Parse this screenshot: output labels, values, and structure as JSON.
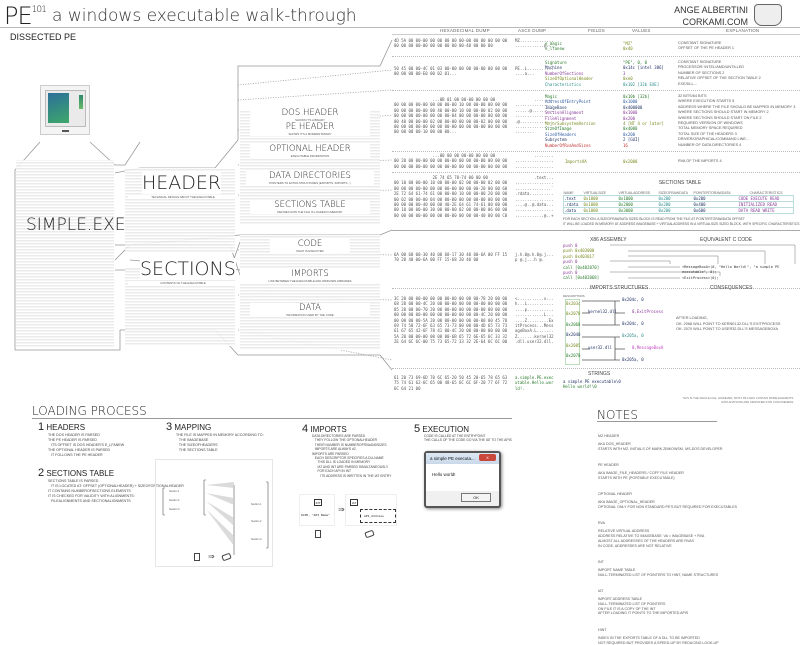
{
  "header": {
    "title": "PE",
    "title_sup": "101",
    "subtitle": "a windows executable walk-through",
    "section_label": "DISSECTED PE",
    "author_name": "ANGE ALBERTINI",
    "author_site": "CORKAMI.COM"
  },
  "columns": {
    "hex": "HEXADECIMAL DUMP",
    "ascii": "ASCII DUMP",
    "fields": "FIELDS",
    "values": "VALUES",
    "explanation": "EXPLANATION"
  },
  "tree": {
    "root": "SIMPLE.EXE",
    "header": "HEADER",
    "header_caption": "TECHNICAL DETAILS ABOUT THE EXECUTABLE",
    "sections": "SECTIONS",
    "sections_caption": "CONTENTS OF THE EXECUTABLE",
    "nodes": [
      {
        "label": "DOS HEADER",
        "caption": "SHOWS IT'S A BINARY"
      },
      {
        "label": "PE HEADER",
        "caption": "SHOWS IT'S A MODERN BINARY"
      },
      {
        "label": "OPTIONAL HEADER",
        "caption": "EXECUTABLE INFORMATION"
      },
      {
        "label": "DATA DIRECTORIES",
        "caption": "POINTERS TO EXTRA STRUCTURES (EXPORTS, IMPORTS...)"
      },
      {
        "label": "SECTIONS TABLE",
        "caption": "DEFINES HOW THE FILE IS LOADED IN MEMORY"
      },
      {
        "label": "CODE",
        "caption": "WHAT IS EXECUTED"
      },
      {
        "label": "IMPORTS",
        "caption": "LINK BETWEEN THE EXECUTABLE AND WINDOWS LIBRARIES"
      },
      {
        "label": "DATA",
        "caption": "INFORMATION USED BY THE CODE"
      }
    ]
  },
  "dos": {
    "hex": "4D 5A 00 00-00 00 00 00 00 00-00 00 00 00 00 00\n00 00 00 00-00 00 00 00 00 00-40 00 00 00",
    "ascii": "MZ..............\n............@...",
    "fields": [
      {
        "name": "e_magic",
        "value": "\"MZ\"",
        "expl": "CONSTANT SIGNATURE"
      },
      {
        "name": "e_lfanew",
        "value": "0x40",
        "expl": "OFFSET OF THE PE HEADER 1"
      }
    ]
  },
  "pe": {
    "hex": "50 45 00 00-4C 01 03 00-00 00 00 00-00 00 00 00\n00 00 00 00-E0 00 02 01...",
    "ascii": "PE..L...........\n....a...",
    "fields": [
      {
        "name": "Signature",
        "value": "\"PE\", 0, 0",
        "expl": "CONSTANT SIGNATURE"
      },
      {
        "name": "Machine",
        "value": "0x14c [intel 386]",
        "expl": "PROCESSOR: INTEL/AMD/UNTILLED"
      },
      {
        "name": "NumberOfSections",
        "value": "3",
        "expl": "NUMBER OF SECTIONS 2"
      },
      {
        "name": "SizeOfOptionalHeader",
        "value": "0xe0",
        "expl": "RELATIVE OFFSET OF THE SECTION TABLE 2"
      },
      {
        "name": "Characteristics",
        "value": "0x102 [32b EXE]",
        "expl": "EXE/DLL..."
      }
    ]
  },
  "optional": {
    "hex": "                ...0B 01 00 00-00 00 00 00\n00 00 00 00-00 00 00 00-00 10 00 00-00 00 00 00\n00 00 00 00-00 00 40 00-00 10 00 00-00 02 00 00\n00 00 00 00-00 00 00 00-04 00 00 00-00 00 00 00\n00 40 00 00-00 02 00 00-00 00 00 00-02 00 00 00\n00 00 00 00-00 00 00 00-00 00 00 00-00 00 00 00\n00 00 00 00-10 00 00 00...",
    "ascii": "        ........\n................\n......@.........\n................\n.@..............\n................\n........",
    "fields": [
      {
        "name": "Magic",
        "value": "0x10b [32b]",
        "expl": "32 BITS/64 BITS"
      },
      {
        "name": "AddressOfEntryPoint",
        "value": "0x1000",
        "expl": "WHERE EXECUTION STARTS 5"
      },
      {
        "name": "ImageBase",
        "value": "0x400000",
        "expl": "ADDRESS WHERE THE FILE SHOULD BE MAPPED IN MEMORY 3"
      },
      {
        "name": "SectionAlignment",
        "value": "0x1000",
        "expl": "WHERE SECTIONS SHOULD START IN MEMORY 2"
      },
      {
        "name": "FileAlignment",
        "value": "0x200",
        "expl": "WHERE SECTIONS SHOULD START ON FILE 2"
      },
      {
        "name": "MajorSubsystemVersion",
        "value": "4 [NT 4 or later]",
        "expl": "REQUIRED VERSION OF WINDOWS"
      },
      {
        "name": "SizeOfImage",
        "value": "0x4000",
        "expl": "TOTAL MEMORY SPACE REQUIRED"
      },
      {
        "name": "SizeOfHeaders",
        "value": "0x200",
        "expl": "TOTAL SIZE OF THE HEADERS 3"
      },
      {
        "name": "Subsystem",
        "value": "2 [GUI]",
        "expl": "DRIVER/GRAPHICAL/COMMAND LINE..."
      },
      {
        "name": "NumberOfRvaAndSizes",
        "value": "16",
        "expl": "NUMBER OF DATA DIRECTORIES 4"
      }
    ]
  },
  "datadir": {
    "hex": "                ...00 00 00 00-00 00 00 00\n00 20 00 00-00 00 00 00-00 00 00 00-00 00 00 00\n00 00 00 00-00 00 00 00-00 00 00 00-00 00 00 00",
    "ascii": "        ........\n................\n................",
    "fields": [
      {
        "name": "ImportsVA",
        "value": "0x2000",
        "expl": "RVA OF THE IMPORTS 4"
      }
    ]
  },
  "sectable": {
    "hex": "                2E 74 65 78-74 00 00 00\n00 10 00 00-00 10 00 00-00 02 00 00-00 02 00 00\n00 00 00 00-00 00 00 00-00 00 00 00-20 00 00 60\n2E 72 64 61-74 61 00 00-00 10 00 00-00 20 00 00\n00 02 00 00-00 04 00 00-00 00 00 00-00 00 00 00\n00 00 00 00-40 00 00 40-2E 64 61 74-61 00 00 00\n00 10 00 00-00 30 00 00-00 02 00 00-00 06 00 00\n00 00 00 00-00 00 00 00-00 00 00 00-40 00 00 C0",
    "ascii": "        .text...\n................\n...............`\n.rdata..........\n................\n....@..@.data...\n................\n............@..+",
    "title": "SECTIONS TABLE",
    "cols": [
      "NAME",
      "VIRTUALSIZE",
      "VIRTUALADDRESS",
      "SIZEOFRAWDATA",
      "POINTERTORAWDATA",
      "CHARACTERISTICS"
    ],
    "rows": [
      [
        ".text",
        "0x1000",
        "0x1000",
        "0x200",
        "0x200",
        "CODE EXECUTE READ"
      ],
      [
        ".rdata",
        "0x1000",
        "0x2000",
        "0x200",
        "0x400",
        "INITIALIZED READ"
      ],
      [
        ".data",
        "0x1000",
        "0x3000",
        "0x200",
        "0x600",
        "DATA READ WRITE"
      ]
    ],
    "note1": "FOR EACH SECTION, A SIZEOFRAWDATA SIZED BLOCK IS READ FROM THE FILE AT POINTERTORAWDATA OFFSET",
    "note2": "IT WILL BE LOADED IN MEMORY AT ADDRESS IMAGEBASE + VIRTUALADDRESS IN A VIRTUALSIZE SIZED BLOCK, WITH SPECIFIC CHARACTERISTICS"
  },
  "code": {
    "hex": "6A 00 68 00-30 40 00 68-17 30 40 00-6A 00 FF 15\n70 20 40 00-6A 00 FF 15-68 20 40 00",
    "ascii": "j.h.0@.h.0@.j...\np @.j...h @.",
    "asm_title": "X86 ASSEMBLY",
    "c_title": "EQUIVALENT C CODE",
    "asm": [
      "push 0",
      "push 0x403000",
      "push 0x403017",
      "push 0",
      "call [0x402070]",
      "push 0",
      "call [0x402068]"
    ],
    "c": [
      "<MessageBoxA>(0, \"Hello World!\", \"a simple PE executable\", 0);",
      "<ExitProcess>(0);"
    ]
  },
  "imports": {
    "hex": "3C 20 00 00-00 00 00 00-00 00 00 00-78 20 00 00\n68 20 00 00-4C 20 00 00-00 00 00 00-00 00 00 00\n85 20 00 00-70 20 00 00-00 00 00 00-00 00 00 00\n00 00 00 00-00 00 00 00-00 00 00 00-4C 20 00 00\n00 00 00 00-5A 20 00 00-00 00 00 00-00 00 45 78\n69 74 50 72-6F 63 65 73-73 00 00 00-4D 65 73 73\n61 67 65 42-6F 78 41 00-4C 20 00 00-00 00 00 00\n5A 20 00 00-00 00 00 00-6B 65 72 6E-65 6C 33 32\n2E 64 6C 6C-00 75 73 65-72 33 32 2E-64 6C 6C 00",
    "ascii": "<...........x...\nh...L...........\n....p...........\n............L...\n....Z.........Ex\nitProcess...Mess\nageBoxA.L.......\nZ.......kernel32\n.dll.user32.dll.",
    "struct_title": "IMPORTS STRUCTURES",
    "descriptors_label": "DESCRIPTORS",
    "descriptors": [
      "0x203c",
      "0x2078",
      "0x2068",
      "0x2040",
      "0x2085",
      "0x2070"
    ],
    "targets": [
      "0x204c, 0",
      "kernel32.dll",
      "0x204c, 0",
      "0x205a, 0",
      "user32.dll",
      "0x205a, 0"
    ],
    "names": [
      "0,ExitProcess",
      "0,MessageBoxA"
    ],
    "cons_title": "CONSEQUENCES",
    "after": "AFTER LOADING,",
    "cons": [
      "OK: 2068 WILL POINT TO KERNEL32.DLL'S EXITPROCESS",
      "OK: 2070 WILL POINT TO USER32.DLL'S MESSAGEBOXA"
    ]
  },
  "data": {
    "hex": "61 20 73 69-6D 70 6C 65-20 50 45 20-65 78 65 63\n75 74 61 62-6C 65 00 48-65 6C 6C 6F-20 77 6F 72\n6C 64 21 00",
    "ascii": "a.simple.PE.exec\nutable.Hello.wor\nld!.",
    "strings_title": "STRINGS",
    "strings": [
      "a simple PE executable\\0",
      "Hello world!\\0"
    ]
  },
  "footnote": "THIS IS THE WHOLE FILE, HOWEVER, MOST PE FILES CONTAIN MORE ELEMENTS.\nEXPLANATIONS ARE SIMPLIFIED FOR CONCISENESS.",
  "loading": {
    "title": "LOADING PROCESS",
    "steps": [
      {
        "num": "1",
        "title": "HEADERS",
        "text": "THE DOS HEADER IS PARSED\nTHE PE HEADER IS PARSED\n   ITS OFFSET IS DOS HEADER'S E_LFANEW\nTHE OPTIONAL HEADER IS PARSED\n   IT FOLLOWS THE PE HEADER"
      },
      {
        "num": "2",
        "title": "SECTIONS TABLE",
        "text": "SECTIONS TABLE IS PARSED\n   IT IS LOCATED AT: OFFSET (OPTIONALHEADER) + SIZEOFOPTIONALHEADER\nIT CONTAINS NUMBEROFSECTIONS ELEMENTS\nIT IS CHECKED FOR VALIDITY WITH ALIGNMENTS:\n   FILEALIGNMENTS AND SECTIONALIGNMENTS"
      },
      {
        "num": "3",
        "title": "MAPPING",
        "text": "THE FILE IS MAPPED IN MEMORY ACCORDING TO:\n   THE IMAGEBASE\n   THE SIZEOFHEADERS\n   THE SECTIONS TABLE"
      },
      {
        "num": "4",
        "title": "IMPORTS",
        "text": "DATA DIRECTORIES ARE PARSED\n   THEY FOLLOW THE OPTIONALHEADER\n   THEIR NUMBER IS NUMBEROFRVAANDSIZES\n   IMPORTS ARE ALWAYS #2\nIMPORTS ARE PARSED\n   EACH DESCRIPTOR SPECIFIES A DLLNAME\n      THIS DLL IS LOADED IN MEMORY\n      IAT AND INT ARE PARSED SIMULTANEOUSLY\n      FOR EACH API IN INT\n         ITS ADDRESS IS WRITTEN IN THE IAT ENTRY"
      },
      {
        "num": "5",
        "title": "EXECUTION",
        "text": "CODE IS CALLED AT THE ENTRYPOINT\nTHE CALLS OF THE CODE GO VIA THE IAT TO THE APIS"
      }
    ],
    "mapping_sections": [
      "Section 1",
      "Section 2",
      "Section 3"
    ],
    "int_label": "INT",
    "iat_label": "IAT",
    "int_entry": "0x00, \"API Name\"",
    "iat_entry": "API_Address",
    "dialog": {
      "title": "a simple PE executa...",
      "message": "Hello world!",
      "ok": "OK",
      "close": "X"
    }
  },
  "notes": {
    "title": "NOTES",
    "items": [
      {
        "term": "MZ HEADER",
        "def": "AKA DOS_HEADER\nSTARTS WITH MZ, INITIALS OF MARK ZBIKOWSKI, MS-DOS DEVELOPER"
      },
      {
        "term": "PE HEADER",
        "def": "AKA IMAGE_FILE_HEADERS / COFF FILE HEADER\nSTARTS WITH PE (PORTABLE EXECUTABLE)"
      },
      {
        "term": "OPTIONAL HEADER",
        "def": "AKA IMAGE_OPTIONAL_HEADER\nOPTIONAL ONLY FOR NON STANDARD PE'S BUT REQUIRED FOR EXECUTABLES"
      },
      {
        "term": "RVA",
        "def": "RELATIVE VIRTUAL ADDRESS\nADDRESS RELATIVE TO IMAGEBASE: VA = IMAGEBASE + RVA\nALMOST ALL ADDRESSES OF THE HEADERS ARE RVAS\nIN CODE, ADDRESSES ARE NOT RELATIVE"
      },
      {
        "term": "INT",
        "def": "IMPORT NAME TABLE\nNULL-TERMINATED LIST OF POINTERS TO HINT, NAME STRUCTURES"
      },
      {
        "term": "IAT",
        "def": "IMPORT ADDRESS TABLE\nNULL-TERMINATED LIST OF POINTERS\nON FILE IT IS A COPY OF THE INT\nAFTER LOADING IT POINTS TO THE IMPORTED APIS"
      },
      {
        "term": "HINT",
        "def": "INDEX IN THE EXPORTS TABLE OF A DLL TO BE IMPORTED\nNOT REQUIRED BUT PROVIDES A SPEED-UP BY REDUCING LOOK-UP"
      }
    ]
  },
  "colors": {
    "field_green": "#2a7a2a",
    "field_blue": "#2d5aa0",
    "field_purple": "#8a3a9a",
    "field_olive": "#7a8a20",
    "note_red": "#c03030",
    "dialog_close": "#c8473a"
  }
}
